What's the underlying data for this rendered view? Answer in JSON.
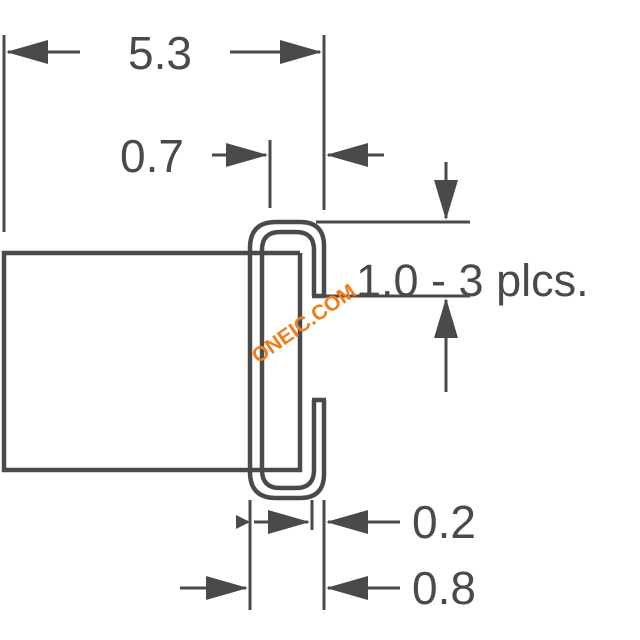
{
  "dimensions": {
    "overall_width": "5.3",
    "terminal_width": "0.7",
    "terminal_length": "1.0 - 3 plcs.",
    "lead_thickness": "0.2",
    "lead_span": "0.8"
  },
  "watermark": "ONEIC.COM",
  "colors": {
    "line": "#4a4a4a",
    "watermark": "#f07d1a",
    "background": "#ffffff"
  }
}
